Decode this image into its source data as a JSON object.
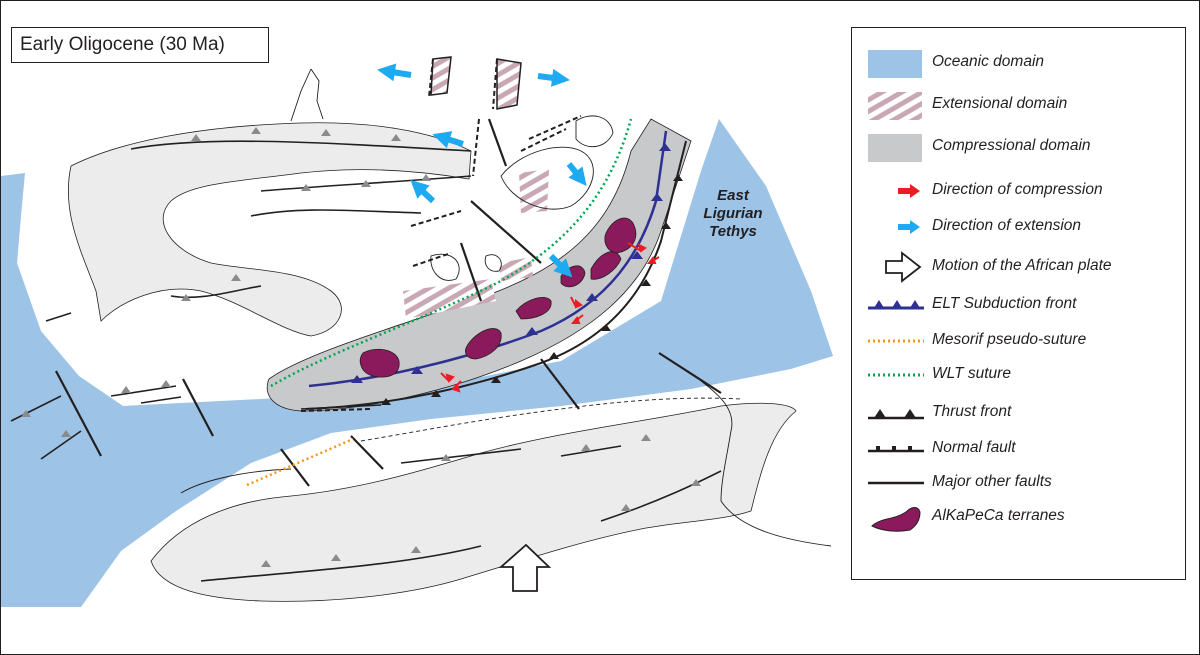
{
  "title": "Early Oligocene (30 Ma)",
  "map_labels": {
    "sea_line1": "East",
    "sea_line2": "Ligurian",
    "sea_line3": "Tethys"
  },
  "legend": [
    {
      "symbol": "oceanic-swatch",
      "label": "Oceanic domain"
    },
    {
      "symbol": "extensional-swatch",
      "label": "Extensional domain"
    },
    {
      "symbol": "compressional-swatch",
      "label": "Compressional domain"
    },
    {
      "symbol": "red-arrow",
      "label": "Direction of compression"
    },
    {
      "symbol": "blue-arrow",
      "label": "Direction of extension"
    },
    {
      "symbol": "hollow-arrow",
      "label": "Motion of the African plate"
    },
    {
      "symbol": "subduction-line",
      "label": "ELT Subduction front"
    },
    {
      "symbol": "orange-dotted-line",
      "label": "Mesorif pseudo-suture"
    },
    {
      "symbol": "green-dotted-line",
      "label": "WLT suture"
    },
    {
      "symbol": "thrust-line",
      "label": "Thrust front"
    },
    {
      "symbol": "normal-fault-line",
      "label": "Normal fault"
    },
    {
      "symbol": "fault-line",
      "label": "Major other faults"
    },
    {
      "symbol": "terrane-shape",
      "label": "AlKaPeCa terranes"
    }
  ],
  "colors": {
    "oceanic": "#9dc3e6",
    "compressional": "#c8c9cb",
    "light_compressional": "#ececec",
    "extensional_stripe": "#c9a8b5",
    "compression_arrow": "#ed1c24",
    "extension_arrow": "#1eaaf1",
    "subduction": "#2e3192",
    "mesorif_suture": "#f7941d",
    "wlt_suture": "#00a651",
    "terrane": "#8b1a5c",
    "ink": "#231f20"
  }
}
